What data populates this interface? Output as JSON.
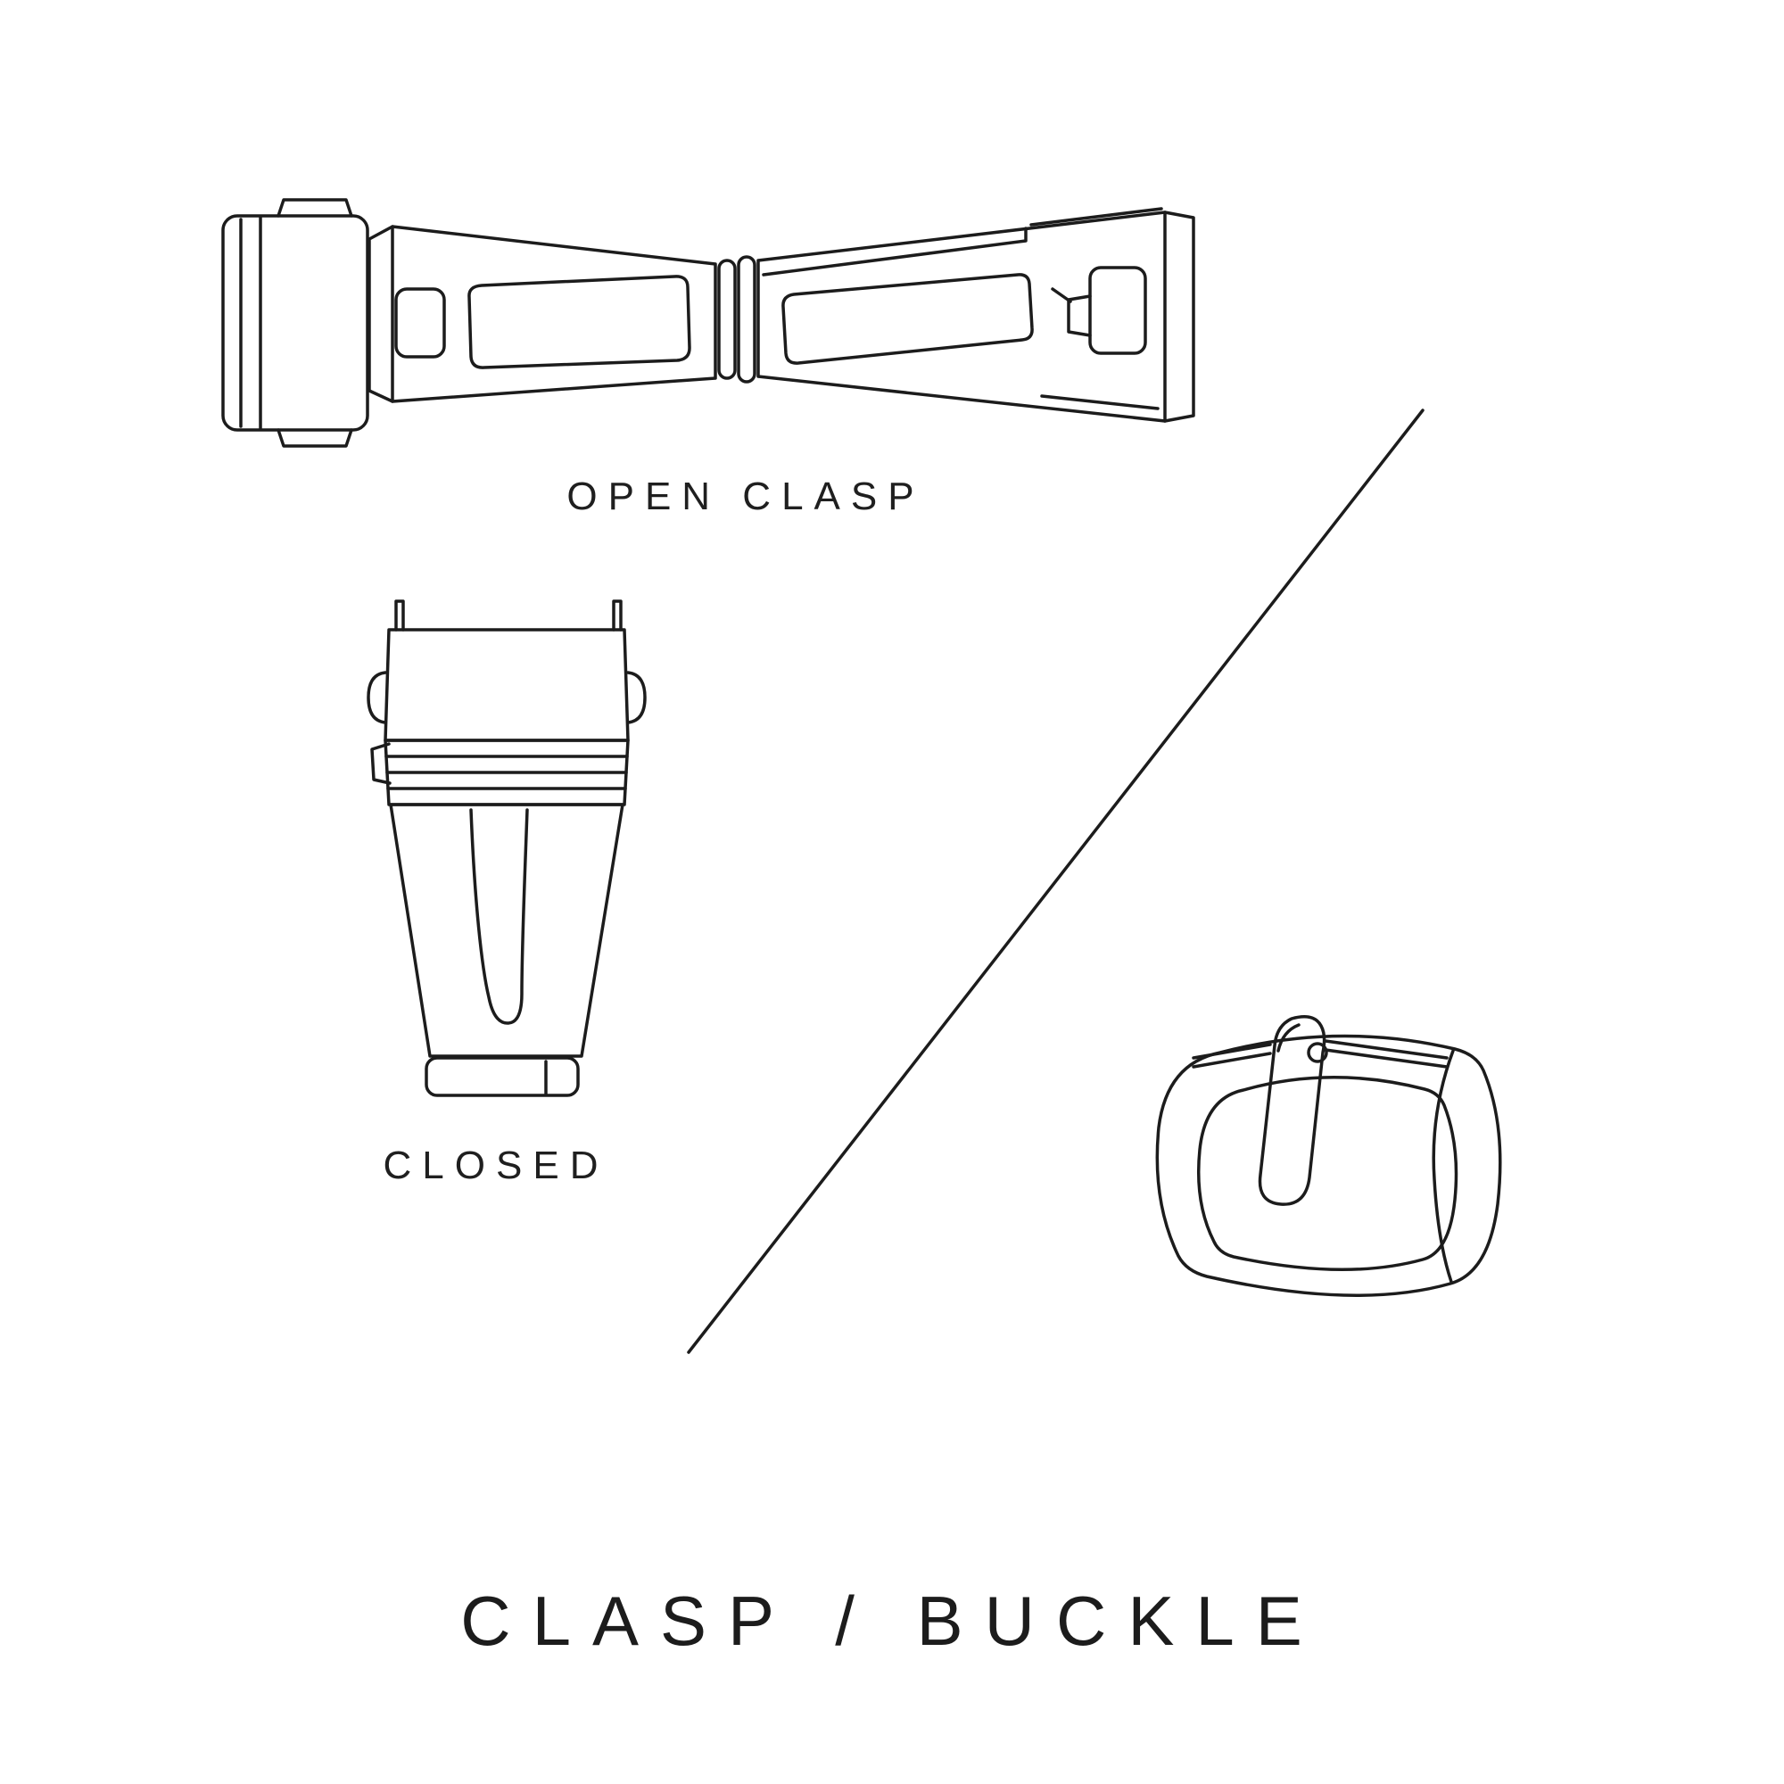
{
  "title": "CLASP / BUCKLE",
  "labels": {
    "open_clasp": "OPEN CLASP",
    "closed": "CLOSED"
  },
  "colors": {
    "ink": "#1c1c1c",
    "background": "#ffffff"
  }
}
